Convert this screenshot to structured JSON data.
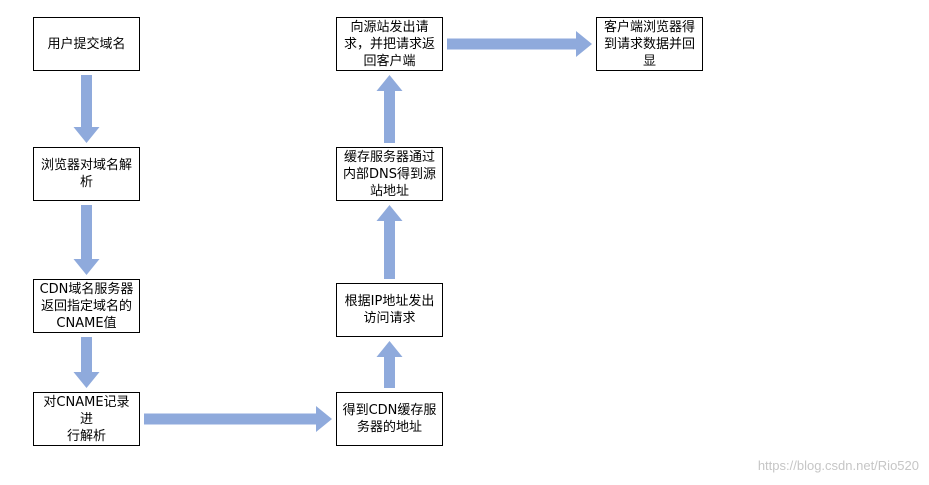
{
  "nodes": [
    {
      "id": "n1",
      "text": "用户提交域名"
    },
    {
      "id": "n2",
      "text": "浏览器对域名解\n析"
    },
    {
      "id": "n3",
      "text": "CDN域名服务器\n返回指定域名的\nCNAME值"
    },
    {
      "id": "n4",
      "text": "对CNAME记录进\n行解析"
    },
    {
      "id": "n5",
      "text": "得到CDN缓存服\n务器的地址"
    },
    {
      "id": "n6",
      "text": "根据IP地址发出\n访问请求"
    },
    {
      "id": "n7",
      "text": "缓存服务器通过\n内部DNS得到源\n站地址"
    },
    {
      "id": "n8",
      "text": "向源站发出请\n求，并把请求返\n回客户端"
    },
    {
      "id": "n9",
      "text": "客户端浏览器得\n到请求数据并回\n显"
    }
  ],
  "edges": [
    {
      "from": "n1",
      "to": "n2"
    },
    {
      "from": "n2",
      "to": "n3"
    },
    {
      "from": "n3",
      "to": "n4"
    },
    {
      "from": "n4",
      "to": "n5"
    },
    {
      "from": "n5",
      "to": "n6"
    },
    {
      "from": "n6",
      "to": "n7"
    },
    {
      "from": "n7",
      "to": "n8"
    },
    {
      "from": "n8",
      "to": "n9"
    }
  ],
  "arrow_color": "#8faadc",
  "watermark": "https://blog.csdn.net/Rio520"
}
